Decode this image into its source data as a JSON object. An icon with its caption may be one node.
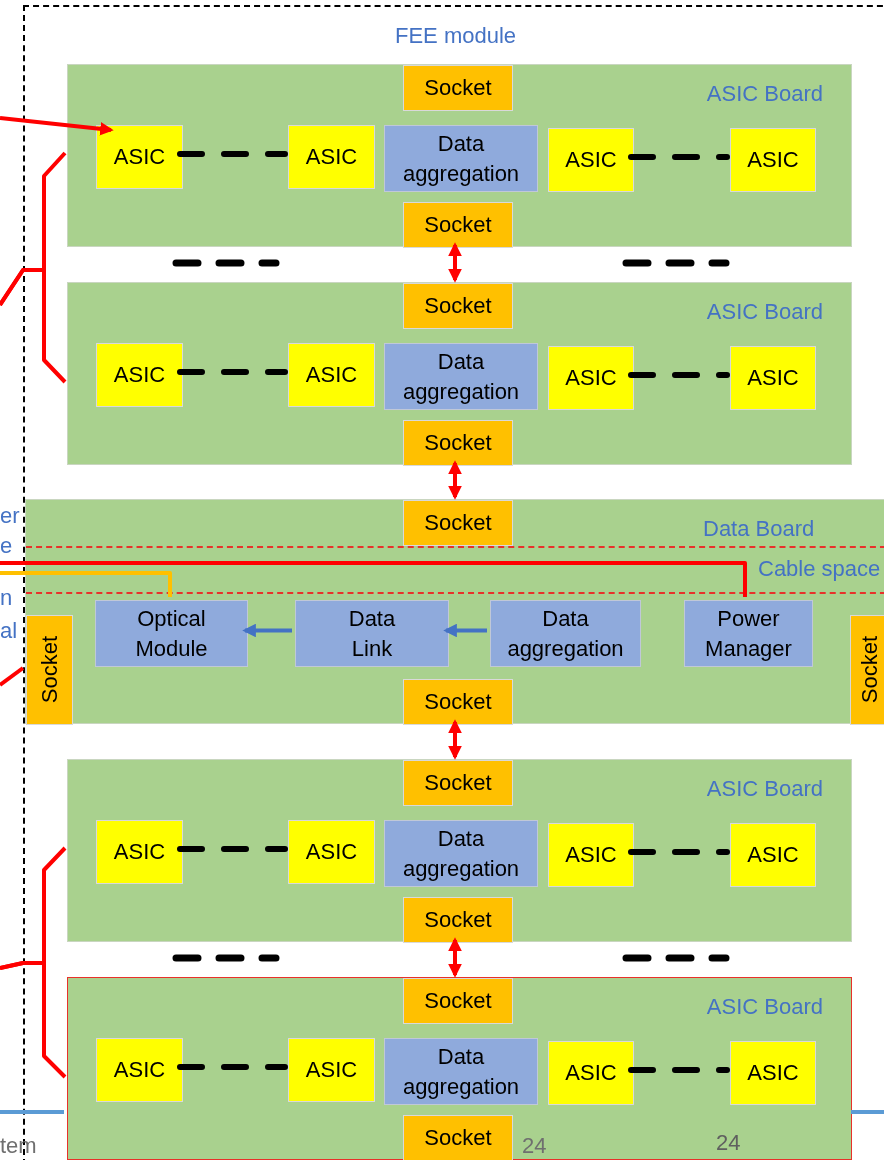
{
  "diagram": {
    "nodes": [
      {
        "text": [
          "FEE module"
        ]
      },
      {
        "text": [
          "ASIC Board"
        ],
        "in": 0
      },
      {
        "text": [
          "Socket"
        ],
        "in": 1
      },
      {
        "text": [
          "ASIC"
        ],
        "in": 1
      },
      {
        "text": [
          "ASIC"
        ],
        "in": 1
      },
      {
        "text": [
          "Data aggregation"
        ],
        "in": 1
      },
      {
        "text": [
          "ASIC"
        ],
        "in": 1
      },
      {
        "text": [
          "ASIC"
        ],
        "in": 1
      },
      {
        "text": [
          "Socket"
        ],
        "in": 1
      },
      {
        "text": [
          "ASIC Board"
        ],
        "in": 0
      },
      {
        "text": [
          "Socket"
        ],
        "in": 9
      },
      {
        "text": [
          "ASIC"
        ],
        "in": 9
      },
      {
        "text": [
          "ASIC"
        ],
        "in": 9
      },
      {
        "text": [
          "Data aggregation"
        ],
        "in": 9
      },
      {
        "text": [
          "ASIC"
        ],
        "in": 9
      },
      {
        "text": [
          "ASIC"
        ],
        "in": 9
      },
      {
        "text": [
          "Socket"
        ],
        "in": 9
      },
      {
        "text": [
          "Data Board"
        ],
        "in": 0
      },
      {
        "text": [
          "Socket"
        ],
        "in": 17
      },
      {
        "text": [
          "Cable space"
        ],
        "in": 17
      },
      {
        "text": [
          "Optical Module"
        ],
        "in": 17
      },
      {
        "text": [
          "Data Link"
        ],
        "in": 17
      },
      {
        "text": [
          "Data aggregation"
        ],
        "in": 17
      },
      {
        "text": [
          "Power Manager"
        ],
        "in": 17
      },
      {
        "text": [
          "Socket"
        ],
        "in": 17
      },
      {
        "text": [
          "Socket"
        ],
        "in": 17
      },
      {
        "text": [
          "Socket"
        ],
        "in": 17
      },
      {
        "text": [
          "ASIC Board"
        ],
        "in": 0
      },
      {
        "text": [
          "Socket"
        ],
        "in": 27
      },
      {
        "text": [
          "ASIC"
        ],
        "in": 27
      },
      {
        "text": [
          "ASIC"
        ],
        "in": 27
      },
      {
        "text": [
          "Data aggregation"
        ],
        "in": 27
      },
      {
        "text": [
          "ASIC"
        ],
        "in": 27
      },
      {
        "text": [
          "ASIC"
        ],
        "in": 27
      },
      {
        "text": [
          "Socket"
        ],
        "in": 27
      },
      {
        "text": [
          "ASIC Board"
        ],
        "in": 0
      },
      {
        "text": [
          "Socket"
        ],
        "in": 35
      },
      {
        "text": [
          "ASIC"
        ],
        "in": 35
      },
      {
        "text": [
          "ASIC"
        ],
        "in": 35
      },
      {
        "text": [
          "Data aggregation"
        ],
        "in": 35
      },
      {
        "text": [
          "ASIC"
        ],
        "in": 35
      },
      {
        "text": [
          "ASIC"
        ],
        "in": 35
      },
      {
        "text": [
          "Socket"
        ],
        "in": 35
      }
    ],
    "edges": [
      {
        "from": null,
        "to": 3,
        "arrow": "to"
      },
      {
        "from": null,
        "to": 1,
        "arrow": "none"
      },
      {
        "from": null,
        "to": 9,
        "arrow": "none"
      },
      {
        "from": 3,
        "to": 4,
        "arrow": "none",
        "style": "dashed",
        "color": "#000000"
      },
      {
        "from": 6,
        "to": 7,
        "arrow": "none",
        "style": "dashed",
        "color": "#000000"
      },
      {
        "from": 8,
        "to": 10,
        "arrow": "both"
      },
      {
        "from": 11,
        "to": 12,
        "arrow": "none",
        "style": "dashed",
        "color": "#000000"
      },
      {
        "from": 14,
        "to": 15,
        "arrow": "none",
        "style": "dashed",
        "color": "#000000"
      },
      {
        "from": 16,
        "to": 18,
        "arrow": "both"
      },
      {
        "from": null,
        "to": 23,
        "arrow": "none"
      },
      {
        "from": null,
        "to": 20,
        "arrow": "none",
        "color": "#ffc000"
      },
      {
        "from": 22,
        "to": 21,
        "arrow": "to",
        "color": "#4472c4"
      },
      {
        "from": 21,
        "to": 20,
        "arrow": "to",
        "color": "#4472c4"
      },
      {
        "from": null,
        "to": 24,
        "arrow": "none"
      },
      {
        "from": 26,
        "to": 28,
        "arrow": "both"
      },
      {
        "from": 29,
        "to": 30,
        "arrow": "none",
        "style": "dashed",
        "color": "#000000"
      },
      {
        "from": 32,
        "to": 33,
        "arrow": "none",
        "style": "dashed",
        "color": "#000000"
      },
      {
        "from": null,
        "to": 27,
        "arrow": "none"
      },
      {
        "from": null,
        "to": 35,
        "arrow": "none"
      },
      {
        "from": 34,
        "to": 36,
        "arrow": "both"
      },
      {
        "from": 37,
        "to": 38,
        "arrow": "none",
        "style": "dashed",
        "color": "#000000"
      },
      {
        "from": 40,
        "to": 41,
        "arrow": "none",
        "style": "dashed",
        "color": "#000000"
      }
    ],
    "labels": [
      "er",
      "e",
      "n",
      "al",
      "tem",
      "24",
      "24"
    ]
  }
}
